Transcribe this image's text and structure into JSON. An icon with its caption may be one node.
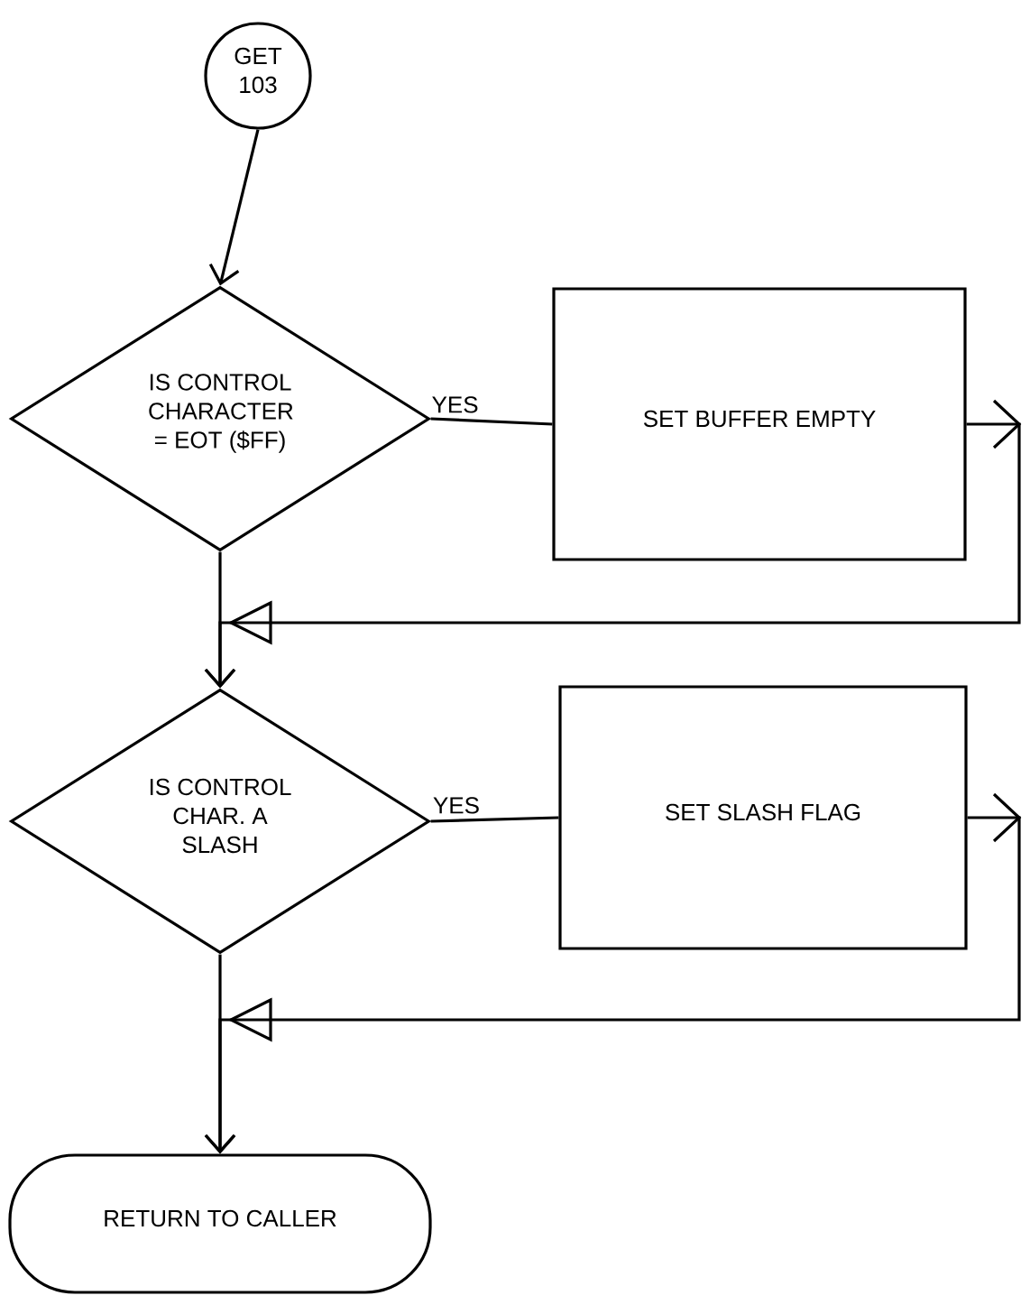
{
  "diagram": {
    "nodes": [
      {
        "text": [
          "GET 103"
        ]
      },
      {
        "text": [
          "IS CONTROL CHARACTER = EOT ($FF)"
        ]
      },
      {
        "text": [
          "SET BUFFER EMPTY"
        ]
      },
      {
        "text": [
          "IS CONTROL CHAR. A SLASH"
        ]
      },
      {
        "text": [
          "SET SLASH FLAG"
        ]
      },
      {
        "text": [
          "RETURN TO CALLER"
        ]
      }
    ],
    "edges": [
      {
        "from": 0,
        "to": 1,
        "arrow": "to"
      },
      {
        "from": 1,
        "to": 2,
        "arrow": "none",
        "label": "YES"
      },
      {
        "from": 2,
        "to": 3,
        "arrow": "to"
      },
      {
        "from": 1,
        "to": 3,
        "arrow": "to"
      },
      {
        "from": 3,
        "to": 4,
        "arrow": "none",
        "label": "YES"
      },
      {
        "from": 4,
        "to": 5,
        "arrow": "to"
      },
      {
        "from": 3,
        "to": 5,
        "arrow": "to"
      }
    ]
  }
}
